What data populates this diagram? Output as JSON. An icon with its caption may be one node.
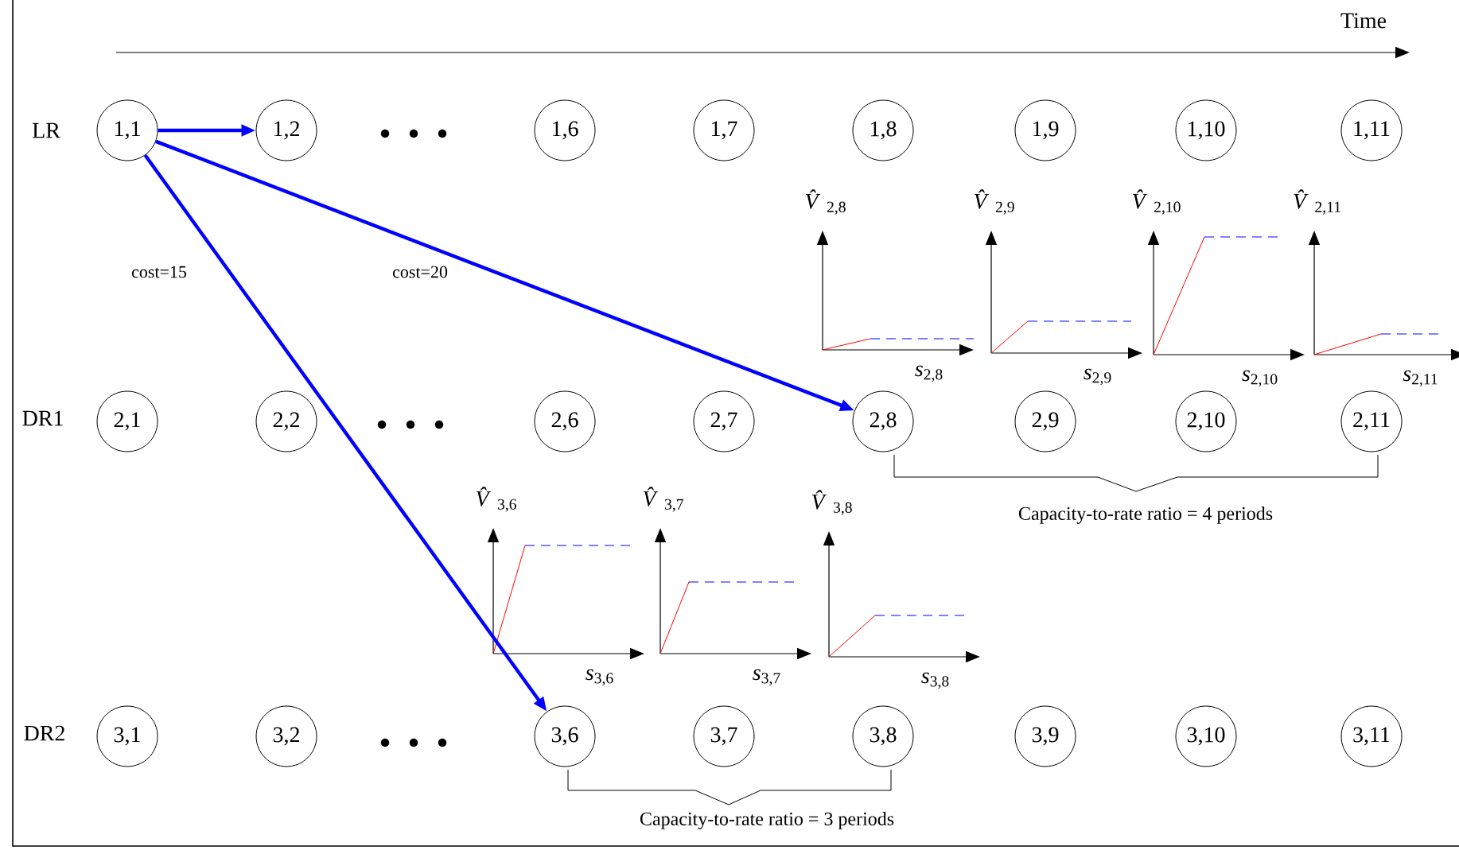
{
  "diagram": {
    "nodes": [
      {
        "text": [
          "1,1"
        ]
      },
      {
        "text": [
          "1,2"
        ]
      },
      {
        "text": [
          "1,6"
        ]
      },
      {
        "text": [
          "1,7"
        ]
      },
      {
        "text": [
          "1,8"
        ]
      },
      {
        "text": [
          "1,9"
        ]
      },
      {
        "text": [
          "1,10"
        ]
      },
      {
        "text": [
          "1,11"
        ]
      },
      {
        "text": [
          "2,1"
        ]
      },
      {
        "text": [
          "2,2"
        ]
      },
      {
        "text": [
          "2,6"
        ]
      },
      {
        "text": [
          "2,7"
        ]
      },
      {
        "text": [
          "2,8"
        ]
      },
      {
        "text": [
          "2,9"
        ]
      },
      {
        "text": [
          "2,10"
        ]
      },
      {
        "text": [
          "2,11"
        ]
      },
      {
        "text": [
          "3,1"
        ]
      },
      {
        "text": [
          "3,2"
        ]
      },
      {
        "text": [
          "3,6"
        ]
      },
      {
        "text": [
          "3,7"
        ]
      },
      {
        "text": [
          "3,8"
        ]
      },
      {
        "text": [
          "3,9"
        ]
      },
      {
        "text": [
          "3,10"
        ]
      },
      {
        "text": [
          "3,11"
        ]
      }
    ],
    "edges": [
      {
        "from": 0,
        "to": 1,
        "arrow": "to"
      },
      {
        "from": 0,
        "to": 12,
        "arrow": "to"
      },
      {
        "from": 0,
        "to": 18,
        "arrow": "to"
      }
    ],
    "labels": [
      "Time",
      "LR",
      "cost=15",
      "cost=20",
      "*V̂*$_{2,8}$",
      "*V̂*$_{2,9}$",
      "*V̂*$_{2,10}$",
      "*V̂*$_{2,11}$",
      "*s*$_{2,8}$",
      "*s*$_{2,9}$",
      "*s*$_{2,10}$",
      "*s*$_{2,11}$",
      "DR1",
      "Capacity-to-rate ratio = 4 periods",
      "*V̂*$_{3,6}$",
      "*V̂*$_{3,7}$",
      "*V̂*$_{3,8}$",
      "*s*$_{3,6}$",
      "*s*$_{3,7}$",
      "*s*$_{3,8}$",
      "DR2",
      "Capacity-to-rate ratio = 3 periods"
    ]
  }
}
